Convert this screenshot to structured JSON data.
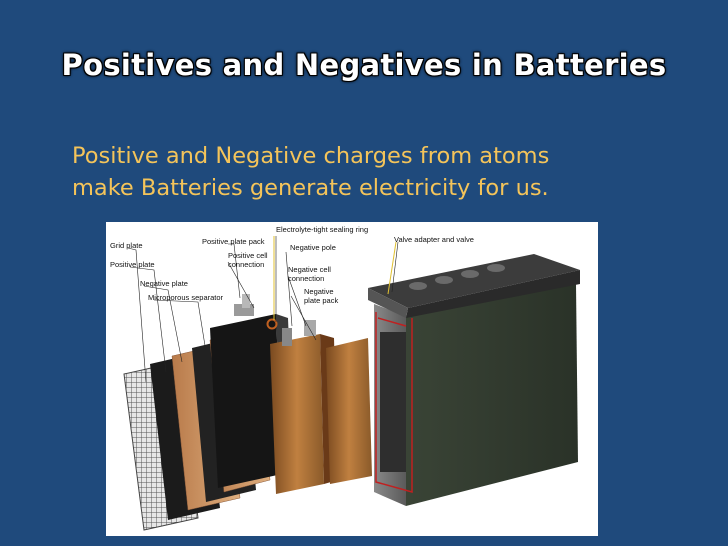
{
  "slide": {
    "title": "Positives and Negatives in Batteries",
    "body_lines": [
      "Positive and Negative charges from atoms",
      "make Batteries generate electricity for us."
    ],
    "colors": {
      "background": "#1f4a7c",
      "title": "#ffffff",
      "body_text": "#f4c45a"
    }
  },
  "diagram": {
    "labels": {
      "grid_plate": "Grid plate",
      "positive_plate": "Positive plate",
      "negative_plate": "Negative plate",
      "microporous_separator": "Microporous separator",
      "positive_plate_pack": "Positive plate pack",
      "positive_cell_connection_1": "Positive cell",
      "positive_cell_connection_2": "connection",
      "sealing_ring": "Electrolyte-tight sealing ring",
      "negative_pole": "Negative pole",
      "negative_cell_connection_1": "Negative cell",
      "negative_cell_connection_2": "connection",
      "negative_plate_pack_1": "Negative",
      "negative_plate_pack_2": "plate pack",
      "valve_adapter": "Valve adapter and valve"
    }
  }
}
